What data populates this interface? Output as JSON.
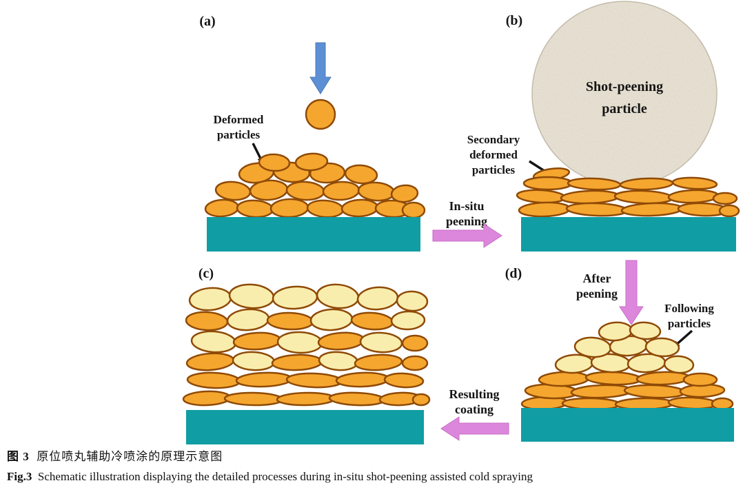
{
  "panels": {
    "a": {
      "tag": "(a)"
    },
    "b": {
      "tag": "(b)"
    },
    "c": {
      "tag": "(c)"
    },
    "d": {
      "tag": "(d)"
    }
  },
  "annotations": {
    "deformed": {
      "line1": "Deformed",
      "line2": "particles"
    },
    "shot_peening": {
      "line1": "Shot-peening",
      "line2": "particle"
    },
    "secondary": {
      "line1": "Secondary",
      "line2": "deformed",
      "line3": "particles"
    },
    "following": {
      "line1": "Following",
      "line2": "particles"
    }
  },
  "process_arrows": {
    "in_situ": {
      "line1": "In-situ",
      "line2": "peening",
      "direction": "right"
    },
    "after": {
      "line1": "After",
      "line2": "peening",
      "direction": "down"
    },
    "resulting": {
      "line1": "Resulting",
      "line2": "coating",
      "direction": "left"
    }
  },
  "caption": {
    "zh_label": "图 3",
    "zh_text": "原位喷丸辅助冷喷涂的原理示意图",
    "en_label": "Fig.3",
    "en_text": "Schematic illustration displaying the detailed processes during in-situ shot-peening assisted cold spraying"
  },
  "colors": {
    "particle_orange": "#F5A62F",
    "particle_pale_yellow": "#F9EDAD",
    "particle_outline": "#8F4A06",
    "substrate_teal": "#119DA4",
    "process_arrow_pink": "#DC86DC",
    "impact_arrow_blue": "#5C8FD4",
    "shot_particle_beige": "#EAE4D6"
  }
}
